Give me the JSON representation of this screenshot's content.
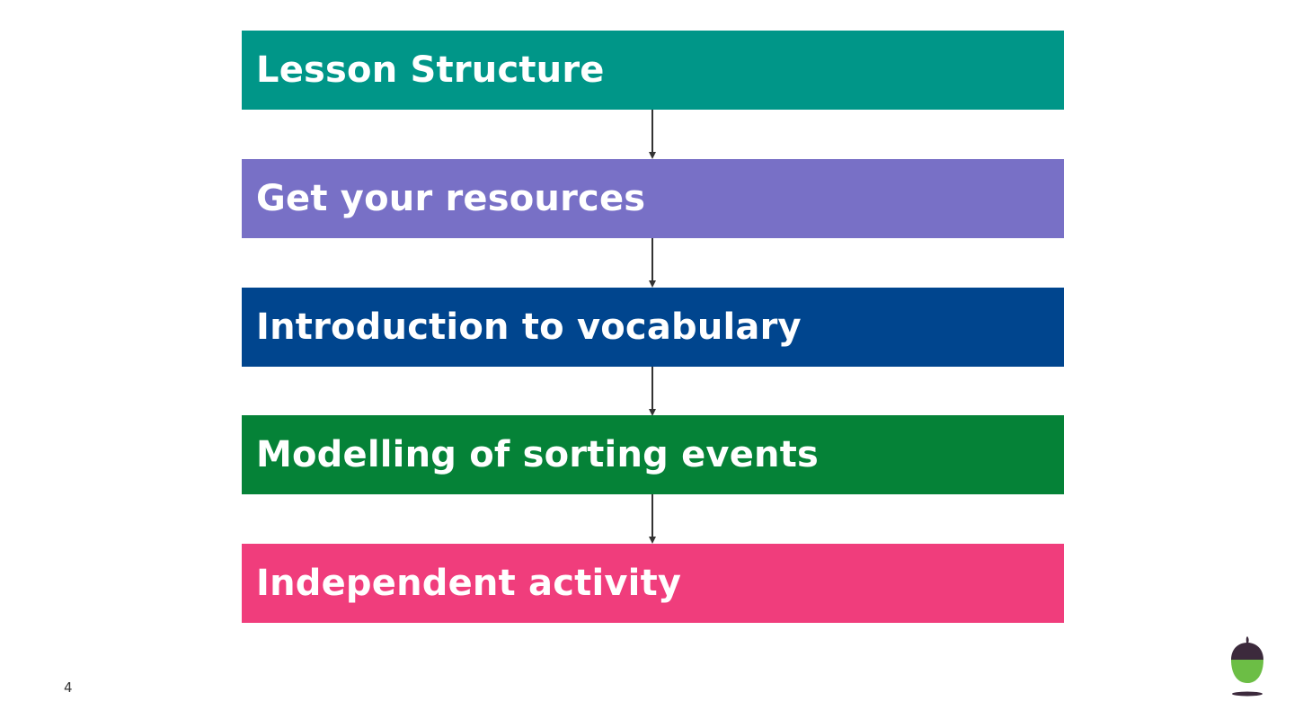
{
  "steps": [
    {
      "label": "Lesson Structure",
      "color": "#009688"
    },
    {
      "label": "Get your resources",
      "color": "#7870C6"
    },
    {
      "label": "Introduction to vocabulary",
      "color": "#00458E"
    },
    {
      "label": "Modelling of sorting events",
      "color": "#058237"
    },
    {
      "label": "Independent activity",
      "color": "#F03D7C"
    }
  ],
  "arrow_color": "#333333",
  "page_number": "4",
  "logo": {
    "icon": "acorn-icon",
    "cap_color": "#3C2A3C",
    "nut_color": "#6CBE45"
  }
}
